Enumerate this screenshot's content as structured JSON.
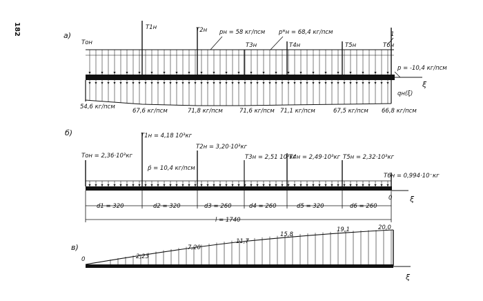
{
  "page_number": "182",
  "panels": {
    "a": {
      "label": "а)",
      "top_labels": [
        {
          "id": "t0",
          "text": "Tон"
        },
        {
          "id": "t1",
          "text": "T1н"
        },
        {
          "id": "t2",
          "text": "T2н"
        },
        {
          "id": "t3",
          "text": "T3н"
        },
        {
          "id": "t4",
          "text": "T4н"
        },
        {
          "id": "t5",
          "text": "T5н"
        },
        {
          "id": "t6",
          "text": "T6н"
        }
      ],
      "p_label": "pн = 58 кг/псм",
      "p_star_label": "p*н = 68,4 кг/псм",
      "marker_1": "1",
      "p_right": "p = -10,4 кг/псм",
      "xi": "ξ",
      "q_label": "qн(ξ)",
      "bottom_labels": [
        {
          "id": "b0",
          "text": "54,6 кг/псм"
        },
        {
          "id": "b1",
          "text": "67,6 кг/псм"
        },
        {
          "id": "b2",
          "text": "71,8 кг/псм"
        },
        {
          "id": "b3",
          "text": "71,6 кг/псм"
        },
        {
          "id": "b4",
          "text": "71,1 кг/псм"
        },
        {
          "id": "b5",
          "text": "67,5 кг/псм"
        },
        {
          "id": "b6",
          "text": "66,8 кг/псм"
        }
      ]
    },
    "b": {
      "label": "б)",
      "top_labels": [
        {
          "id": "t0",
          "text": "Tон = 2,36·10³кг"
        },
        {
          "id": "t1",
          "text": "T1н = 4,18 10³кг"
        },
        {
          "id": "t2",
          "text": "T2н = 3,20·10³кг"
        },
        {
          "id": "t3",
          "text": "T3н = 2,51 10³кг"
        },
        {
          "id": "t4",
          "text": "T4н = 2,49·10³кг"
        },
        {
          "id": "t5",
          "text": "T5н = 2,32·10³кг"
        },
        {
          "id": "t6",
          "text": "T6н = 0,994·10⁻кг"
        }
      ],
      "p_label": "p̄ = 10,4 кг/псм",
      "zero": "0",
      "xi": "ξ",
      "spans": [
        {
          "id": "d1",
          "text": "d1 = 320"
        },
        {
          "id": "d2",
          "text": "d2 = 320"
        },
        {
          "id": "d3",
          "text": "d3 = 260"
        },
        {
          "id": "d4",
          "text": "d4 = 260"
        },
        {
          "id": "d5",
          "text": "d5 = 320"
        },
        {
          "id": "d6",
          "text": "d6 = 260"
        }
      ],
      "total": "l = 1740"
    },
    "c": {
      "label": "в)",
      "zero": "0",
      "xi": "ξ",
      "values": [
        {
          "id": "v0",
          "text": "2,23"
        },
        {
          "id": "v1",
          "text": "7,20"
        },
        {
          "id": "v2",
          "text": "11,7"
        },
        {
          "id": "v3",
          "text": "15,8"
        },
        {
          "id": "v4",
          "text": "19,1"
        },
        {
          "id": "v5",
          "text": "20,0"
        }
      ]
    }
  }
}
